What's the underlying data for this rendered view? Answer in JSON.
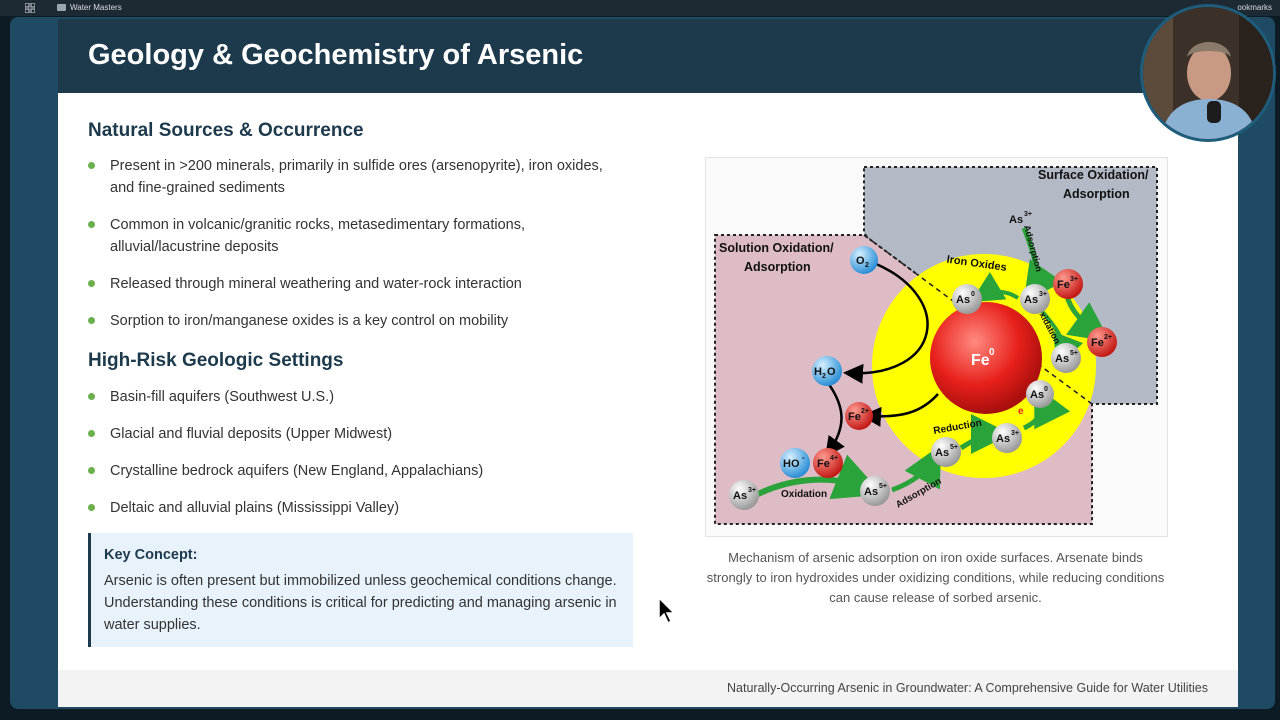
{
  "browser": {
    "bookmark_folder": "Water Masters",
    "bookmarks_label": "ookmarks"
  },
  "slide": {
    "title": "Geology & Geochemistry of Arsenic",
    "section1": {
      "heading": "Natural Sources & Occurrence",
      "items": [
        "Present in >200 minerals, primarily in sulfide ores (arsenopyrite), iron oxides, and fine-grained sediments",
        "Common in volcanic/granitic rocks, metasedimentary formations, alluvial/lacustrine deposits",
        "Released through mineral weathering and water-rock interaction",
        "Sorption to iron/manganese oxides is a key control on mobility"
      ]
    },
    "section2": {
      "heading": "High-Risk Geologic Settings",
      "items": [
        "Basin-fill aquifers (Southwest U.S.)",
        "Glacial and fluvial deposits (Upper Midwest)",
        "Crystalline bedrock aquifers (New England, Appalachians)",
        "Deltaic and alluvial plains (Mississippi Valley)"
      ]
    },
    "key_concept": {
      "title": "Key Concept:",
      "body": "Arsenic is often present but immobilized unless geochemical conditions change. Understanding these conditions is critical for predicting and managing arsenic in water supplies."
    },
    "figure": {
      "surface_label_1": "Surface Oxidation/",
      "surface_label_2": "Adsorption",
      "solution_label_1": "Solution Oxidation/",
      "solution_label_2": "Adsorption",
      "iron_oxides": "Iron Oxides",
      "core": "Fe",
      "core_sup": "0",
      "adsorption": "Adsorption",
      "oxidation": "Oxidation",
      "reduction": "Reduction",
      "electron": "e",
      "species": {
        "o2": "O",
        "o2_sub": "2",
        "h2o_a": "H",
        "h2o_sub": "2",
        "h2o_b": "O",
        "ho": "HO",
        "ho_sup": "-",
        "as": "As",
        "fe": "Fe",
        "sup3": "3+",
        "sup5": "5+",
        "sup0": "0",
        "sup2": "2+",
        "sup4": "4+"
      },
      "colors": {
        "surface_bg": "#b3bac5",
        "solution_bg": "#ddbcc6",
        "iron_oxide": "#ffff00",
        "fe_core": "#e8201b",
        "arrow": "#2aa33a"
      }
    },
    "caption": "Mechanism of arsenic adsorption on iron oxide surfaces. Arsenate binds strongly to iron hydroxides under oxidizing conditions, while reducing conditions can cause release of sorbed arsenic.",
    "footer": "Naturally-Occurring Arsenic in Groundwater: A Comprehensive Guide for Water Utilities"
  }
}
